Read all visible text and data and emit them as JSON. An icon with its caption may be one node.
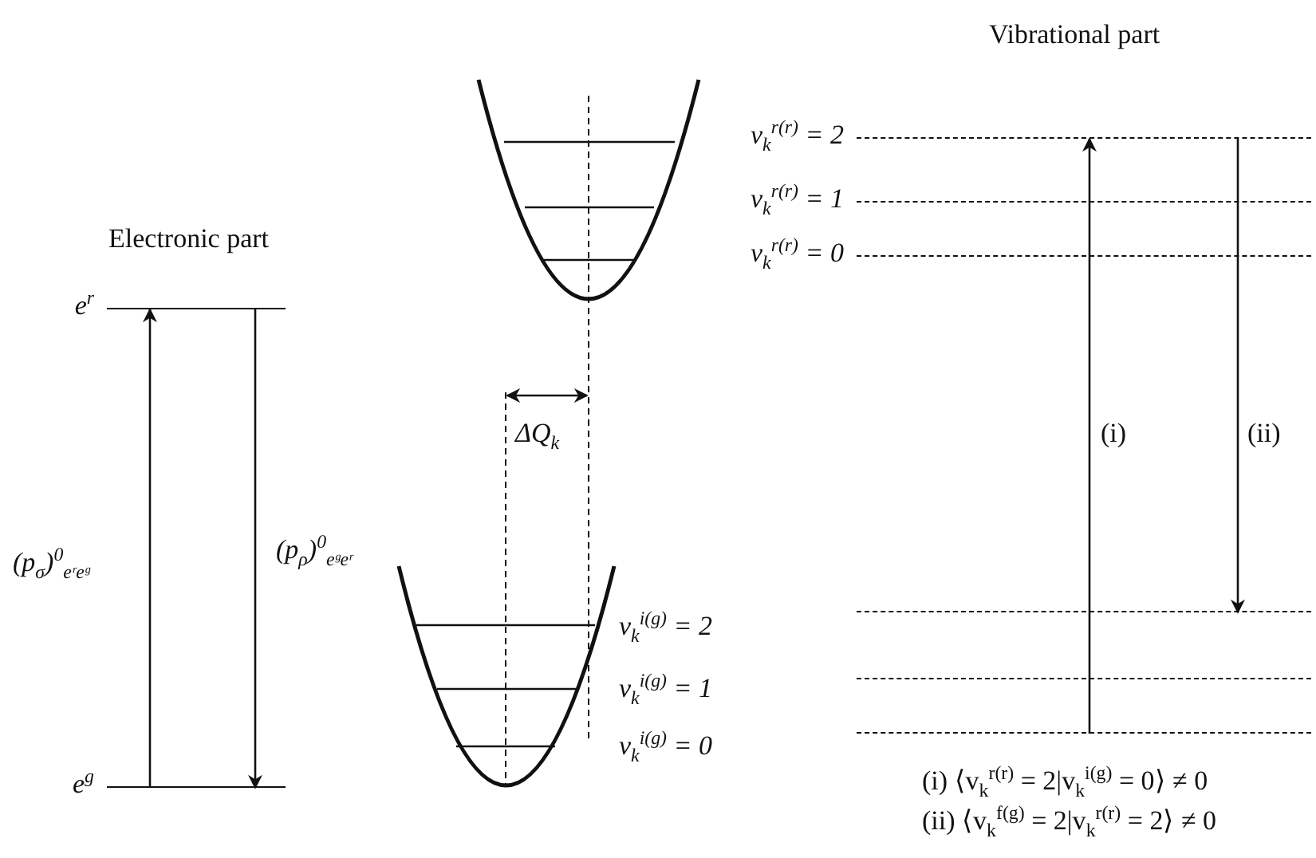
{
  "diagram": {
    "nodes": [
      {
        "text": [
          "e$^{r}$"
        ]
      },
      {
        "text": [
          "e$^{g}$"
        ]
      },
      {
        "text": [
          "v$_{k}$$^{r(r)}$ = 2"
        ]
      },
      {
        "text": [
          "v$_{k}$$^{r(r)}$ = 1"
        ]
      },
      {
        "text": [
          "v$_{k}$$^{r(r)}$ = 0"
        ]
      },
      {
        "text": [],
        "shape": "bar"
      },
      {
        "text": [],
        "shape": "bar"
      },
      {
        "text": [],
        "shape": "bar"
      }
    ],
    "edges": [
      {
        "from": 1,
        "to": 0,
        "arrow": "to",
        "label": "(p$_{σ}$)$^{0}$$_{eʳeᵍ}$"
      },
      {
        "from": 0,
        "to": 1,
        "arrow": "to",
        "label": "(p$_{ρ}$)$^{0}$$_{eᵍeʳ}$"
      },
      {
        "from": 7,
        "to": 2,
        "arrow": "to",
        "label": "(i)"
      },
      {
        "from": 2,
        "to": 5,
        "arrow": "to",
        "label": "(ii)"
      }
    ],
    "labels": [
      "Vibrational part",
      "Electronic part",
      "ΔQ$_{k}$",
      "v$_{k}$$^{i(g)}$ = 2",
      "v$_{k}$$^{i(g)}$ = 1",
      "v$_{k}$$^{i(g)}$ = 0",
      "(i) ⟨v$_{k}$$^{r(r)}$ = 2|v$_{k}$$^{i(g)}$ = 0⟩ ≠ 0",
      "(ii) ⟨v$_{k}$$^{f(g)}$ = 2|v$_{k}$$^{r(r)}$ = 2⟩ ≠ 0"
    ]
  }
}
